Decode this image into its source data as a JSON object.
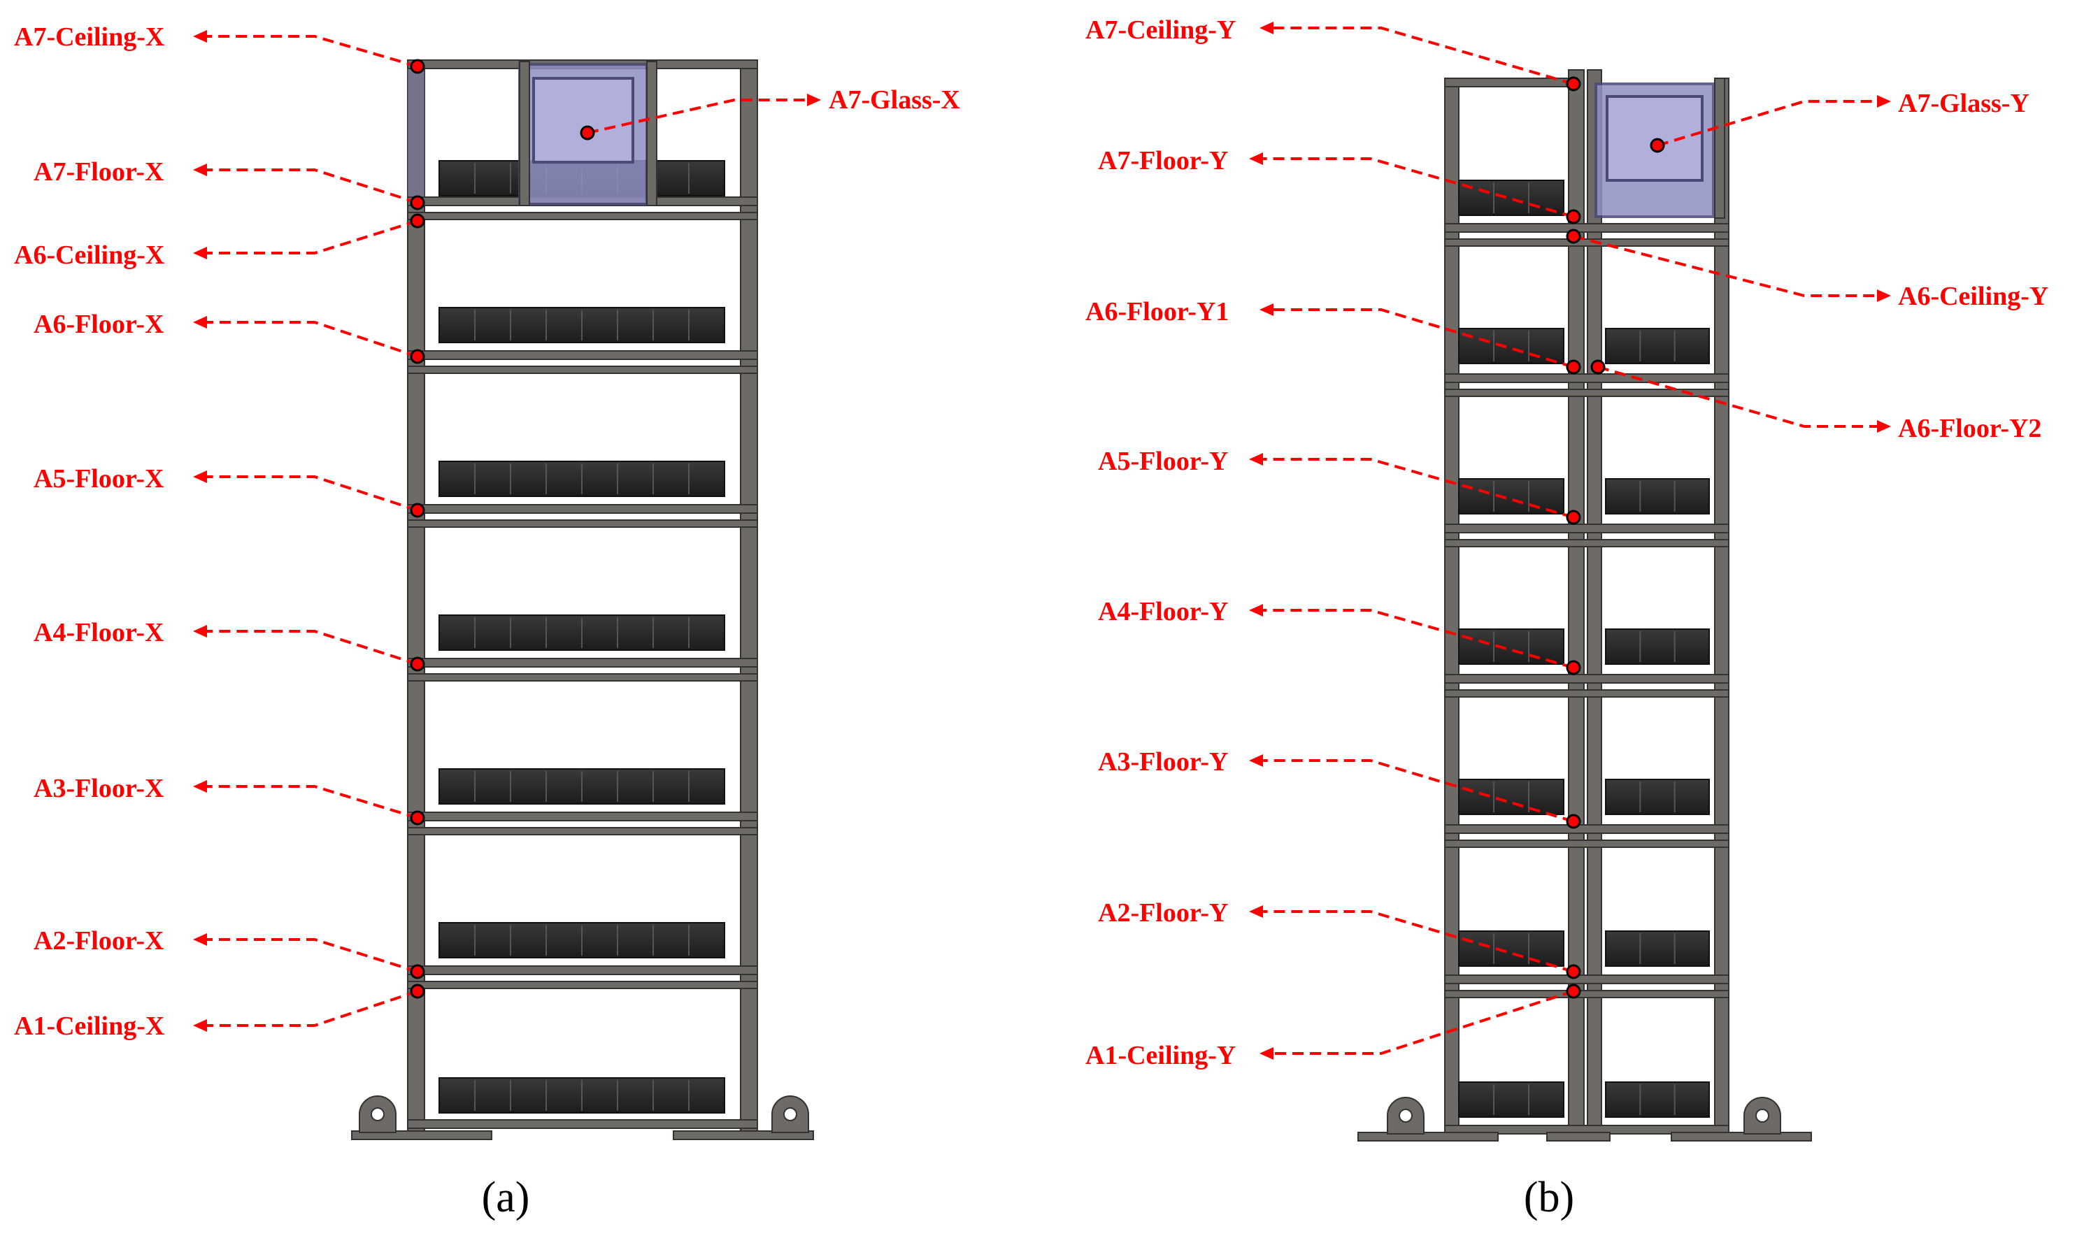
{
  "panels": [
    {
      "caption": "(a)",
      "labels": [
        "A7-Ceiling-X",
        "A7-Glass-X",
        "A7-Floor-X",
        "A6-Ceiling-X",
        "A6-Floor-X",
        "A5-Floor-X",
        "A4-Floor-X",
        "A3-Floor-X",
        "A2-Floor-X",
        "A1-Ceiling-X"
      ]
    },
    {
      "caption": "(b)",
      "labels": [
        "A7-Ceiling-Y",
        "A7-Glass-Y",
        "A7-Floor-Y",
        "A6-Ceiling-Y",
        "A6-Floor-Y1",
        "A6-Floor-Y2",
        "A5-Floor-Y",
        "A4-Floor-Y",
        "A3-Floor-Y",
        "A2-Floor-Y",
        "A1-Ceiling-Y"
      ]
    }
  ],
  "colors": {
    "label": "#ff0000",
    "sensor_fill": "#ff0000",
    "frame": "#6e6a66",
    "battery": "#2b2b2b",
    "glass": "#8f8fc4"
  }
}
